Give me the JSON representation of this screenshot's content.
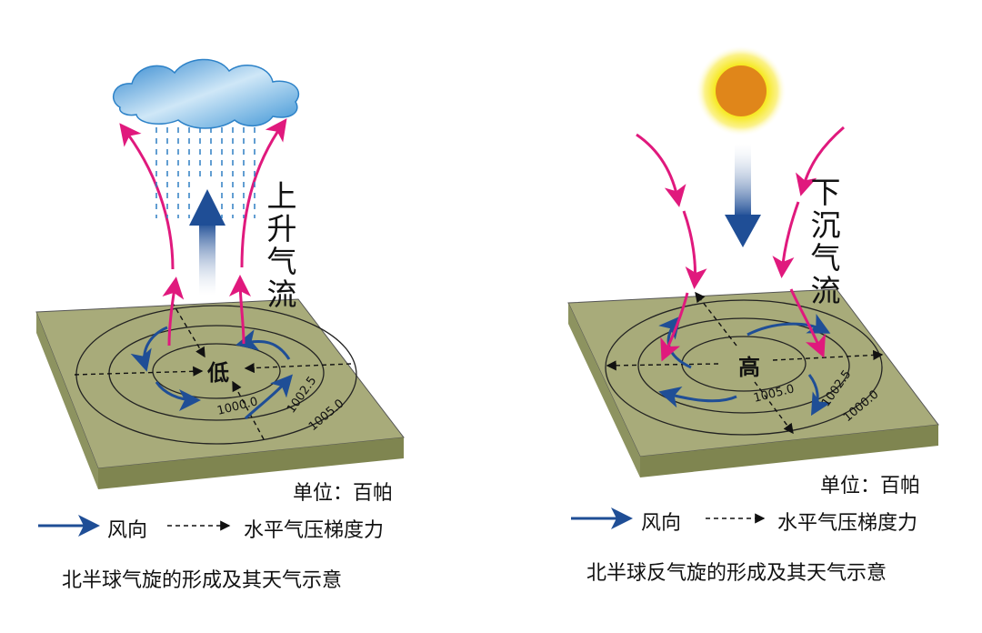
{
  "left_panel": {
    "center_label": "低",
    "vertical_label": [
      "上",
      "升",
      "气",
      "流"
    ],
    "isobars": [
      "1000.0",
      "1002.5",
      "1005.0"
    ],
    "unit_text": "单位：百帕",
    "legend_wind": "风向",
    "legend_pressure": "水平气压梯度力",
    "caption": "北半球气旋的形成及其天气示意"
  },
  "right_panel": {
    "center_label": "高",
    "vertical_label": [
      "下",
      "沉",
      "气",
      "流"
    ],
    "isobars": [
      "1005.0",
      "1002.5",
      "1000.0"
    ],
    "unit_text": "单位：百帕",
    "legend_wind": "风向",
    "legend_pressure": "水平气压梯度力",
    "caption": "北半球反气旋的形成及其天气示意"
  },
  "colors": {
    "wind": "#1f4e96",
    "airflow": "#e0197d",
    "plate_top": "#a8ab7a",
    "plate_side": "#7f8550",
    "cloud": "#58a7dd",
    "sun": "#e0861a",
    "sun_glow": "#f6e81a"
  }
}
